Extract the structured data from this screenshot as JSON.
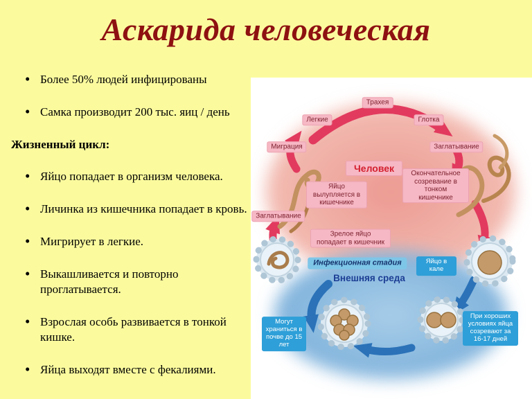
{
  "slide": {
    "title": "Аскарида человеческая",
    "intro_bullets": [
      "Более 50% людей инфицированы",
      "Самка производит 200 тыс. яиц / день"
    ],
    "cycle_heading": "Жизненный цикл:",
    "cycle_bullets": [
      "Яйцо попадает в организм человека.",
      "Личинка из кишечника попадает в кровь.",
      "Мигрирует в легкие.",
      "Выкашливается и повторно проглатывается.",
      "Взрослая особь развивается в тонкой кишке.",
      "Яйца выходят вместе с фекалиями."
    ]
  },
  "diagram": {
    "human_zone": {
      "trachea": "Трахея",
      "lungs": "Легкие",
      "throat": "Глотка",
      "migration": "Миграция",
      "swallowing_top": "Заглатывание",
      "human": "Человек",
      "egg_hatches": "Яйцо вылупляется в кишечнике",
      "final_maturation": "Окончательное созревание в тонком кишечнике",
      "swallowing_left": "Заглатывание",
      "mature_egg": "Зрелое яйцо попадает в кишечник"
    },
    "environment_zone": {
      "infectious_stage": "Инфекционная стадия",
      "environment": "Внешняя среда",
      "egg_in_feces": "Яйцо в кале",
      "soil_persistence": "Могут храниться в почве до 15 лет",
      "maturation_time": "При хороших условиях яйца созревают за 16-17 дней"
    },
    "colors": {
      "slide_bg": "#FBFB9E",
      "title_color": "#8E1111",
      "pink_label_bg": "#F6B8C4",
      "pink_label_text": "#7E2230",
      "human_text": "#D42030",
      "blue_label_bg": "#2E9FD8",
      "blue_label_text": "#FFFFFF",
      "infectious_bg": "#7EC6E8",
      "infectious_text": "#16356E",
      "environment_text": "#1D3E94",
      "red_arrow": "#E23A5E",
      "blue_arrow": "#2B72B8",
      "body_fill": "#EFA29B",
      "soil_fill": "#8FC0E2",
      "worm_color": "#C2915F"
    }
  }
}
